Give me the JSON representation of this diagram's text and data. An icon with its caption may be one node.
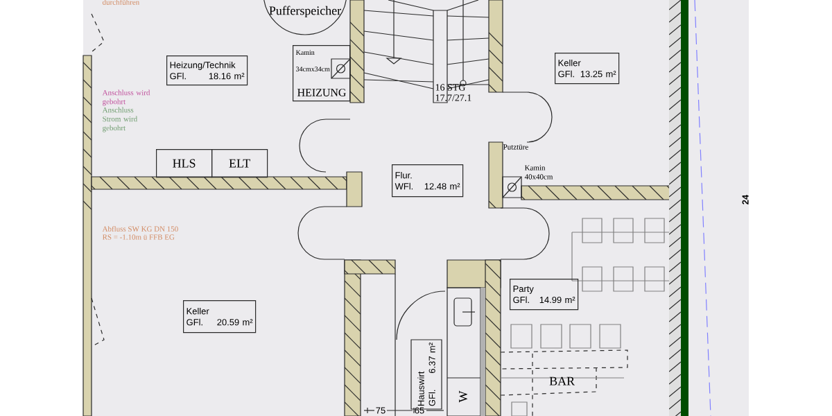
{
  "diagram": {
    "nodes": [
      {
        "text": [
          "Pufferspeicher"
        ]
      },
      {
        "text": [
          "Heizung/Technik",
          "GFl.",
          "18.16 m²"
        ]
      },
      {
        "text": [
          "Kamin",
          "34cmx34cm",
          "HEIZUNG"
        ]
      },
      {
        "text": [
          "HLS"
        ]
      },
      {
        "text": [
          "ELT"
        ]
      },
      {
        "text": [
          "Flur.",
          "WFl.",
          "12.48 m²"
        ]
      },
      {
        "text": [
          "Keller",
          "GFl.",
          "13.25 m²"
        ]
      },
      {
        "text": [
          "Keller",
          "GFl.",
          "20.59 m²"
        ]
      },
      {
        "text": [
          "Party",
          "GFl.",
          "14.99 m²"
        ]
      },
      {
        "text": [
          "Hauswirt",
          "GFl.",
          "6.37 m²"
        ]
      },
      {
        "text": [
          "BAR"
        ]
      }
    ],
    "labels": [
      "16 STG",
      "17.7/27.1",
      "Putztüre",
      "Kamin",
      "40x40cm",
      "durchführen",
      "Anschluss wird gebohrt",
      "Anschluss Strom wird gebohrt",
      "Abfluss SW KG DN 150",
      "RS = -1.10m ü FFB EG",
      "75",
      "65",
      "W",
      "24"
    ]
  }
}
